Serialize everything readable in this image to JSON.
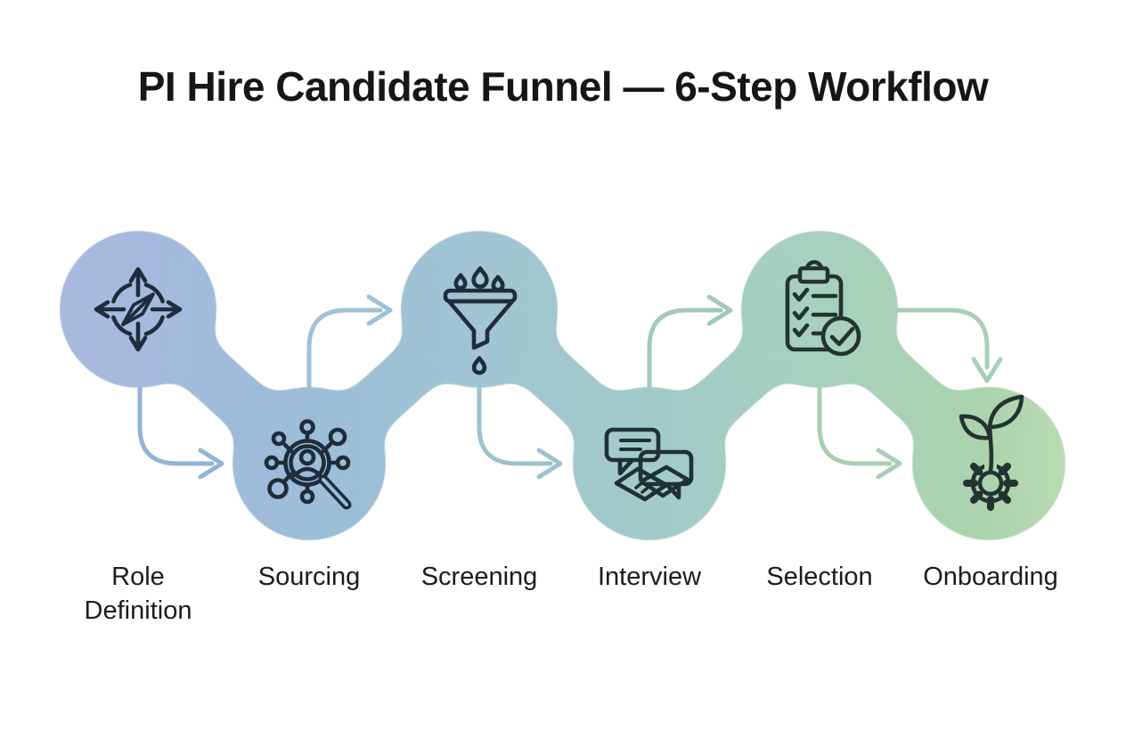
{
  "title": "PI Hire Candidate Funnel — 6-Step Workflow",
  "steps": [
    {
      "label": "Role Definition",
      "icon": "compass-icon"
    },
    {
      "label": "Sourcing",
      "icon": "talent-network-magnifier-icon"
    },
    {
      "label": "Screening",
      "icon": "funnel-icon"
    },
    {
      "label": "Interview",
      "icon": "chat-handshake-icon"
    },
    {
      "label": "Selection",
      "icon": "checklist-check-icon"
    },
    {
      "label": "Onboarding",
      "icon": "gear-sprout-icon"
    }
  ],
  "colors": {
    "background": "#ffffff",
    "title_text": "#161616",
    "label_text": "#1c1c1c",
    "icon_stroke_blue": "#1e2d3b",
    "icon_stroke_teal": "#1f3037",
    "icon_stroke_green": "#223430",
    "gradient_stops": [
      "#a8b9de",
      "#a6bade",
      "#9cbdd8",
      "#a1c5d2",
      "#a2cbc8",
      "#a7d0bf",
      "#abd3ad",
      "#bcdcb4"
    ],
    "arrows": [
      "#94b3d6",
      "#a0c1d6",
      "#9dc2cd",
      "#a2c8bf",
      "#a9ceb6",
      "#a8cfb2"
    ]
  }
}
